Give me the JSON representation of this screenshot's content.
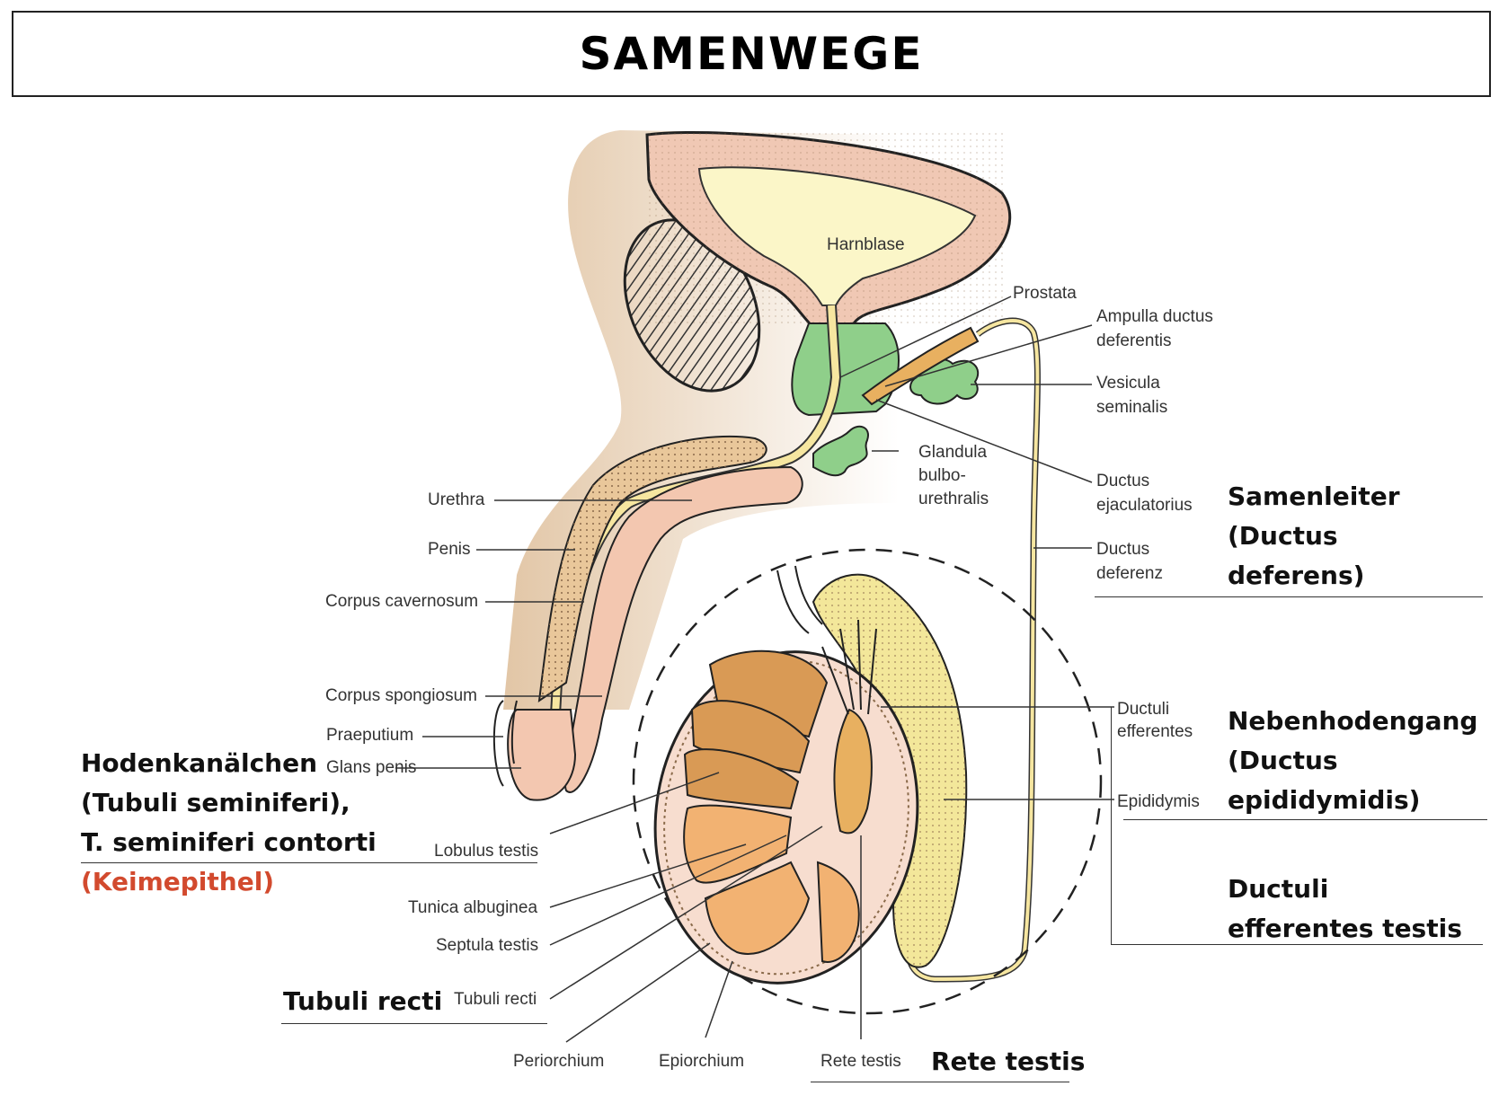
{
  "title": "SAMENWEGE",
  "colors": {
    "skin": "#e6cdb0",
    "bladder_wall": "#f0c8b4",
    "bladder_lumen": "#fbf6c8",
    "prostate": "#8fcf8a",
    "duct": "#f6e6a0",
    "testis_lobule": "#d99a55",
    "testis_light": "#f2b272",
    "epididymis": "#f3e79a",
    "accent_red": "#d24a2e"
  },
  "figure_labels": {
    "harnblase": "Harnblase",
    "prostata": "Prostata",
    "ampulla_1": "Ampulla ductus",
    "ampulla_2": "deferentis",
    "vesicula_1": "Vesicula",
    "vesicula_2": "seminalis",
    "glandula_1": "Glandula",
    "glandula_2": "bulbo-",
    "glandula_3": "urethralis",
    "ejac_1": "Ductus",
    "ejac_2": "ejaculatorius",
    "deferenz_1": "Ductus",
    "deferenz_2": "deferenz",
    "urethra": "Urethra",
    "penis": "Penis",
    "corpus_cavernosum": "Corpus cavernosum",
    "corpus_spongiosum": "Corpus spongiosum",
    "praeputium": "Praeputium",
    "glans_penis": "Glans penis",
    "ductuli_1": "Ductuli",
    "ductuli_2": "efferentes",
    "epididymis": "Epididymis",
    "lobulus_testis": "Lobulus testis",
    "tunica_albuginea": "Tunica albuginea",
    "septula_testis": "Septula testis",
    "tubuli_recti": "Tubuli recti",
    "periorchium": "Periorchium",
    "epiorchium": "Epiorchium",
    "rete_testis": "Rete testis"
  },
  "annotations": {
    "samenleiter": [
      "Samenleiter",
      "(Ductus",
      "deferens)"
    ],
    "nebenhodengang": [
      "Nebenhodengang",
      "(Ductus",
      "epididymidis)"
    ],
    "ductuli_efferentes": [
      "Ductuli",
      "efferentes testis"
    ],
    "hodenkanaelchen": [
      "Hodenkanälchen",
      "(Tubuli seminiferi),",
      "T. seminiferi contorti"
    ],
    "keimepithel": "(Keimepithel)",
    "tubuli_recti": "Tubuli recti",
    "rete_testis": "Rete testis"
  }
}
